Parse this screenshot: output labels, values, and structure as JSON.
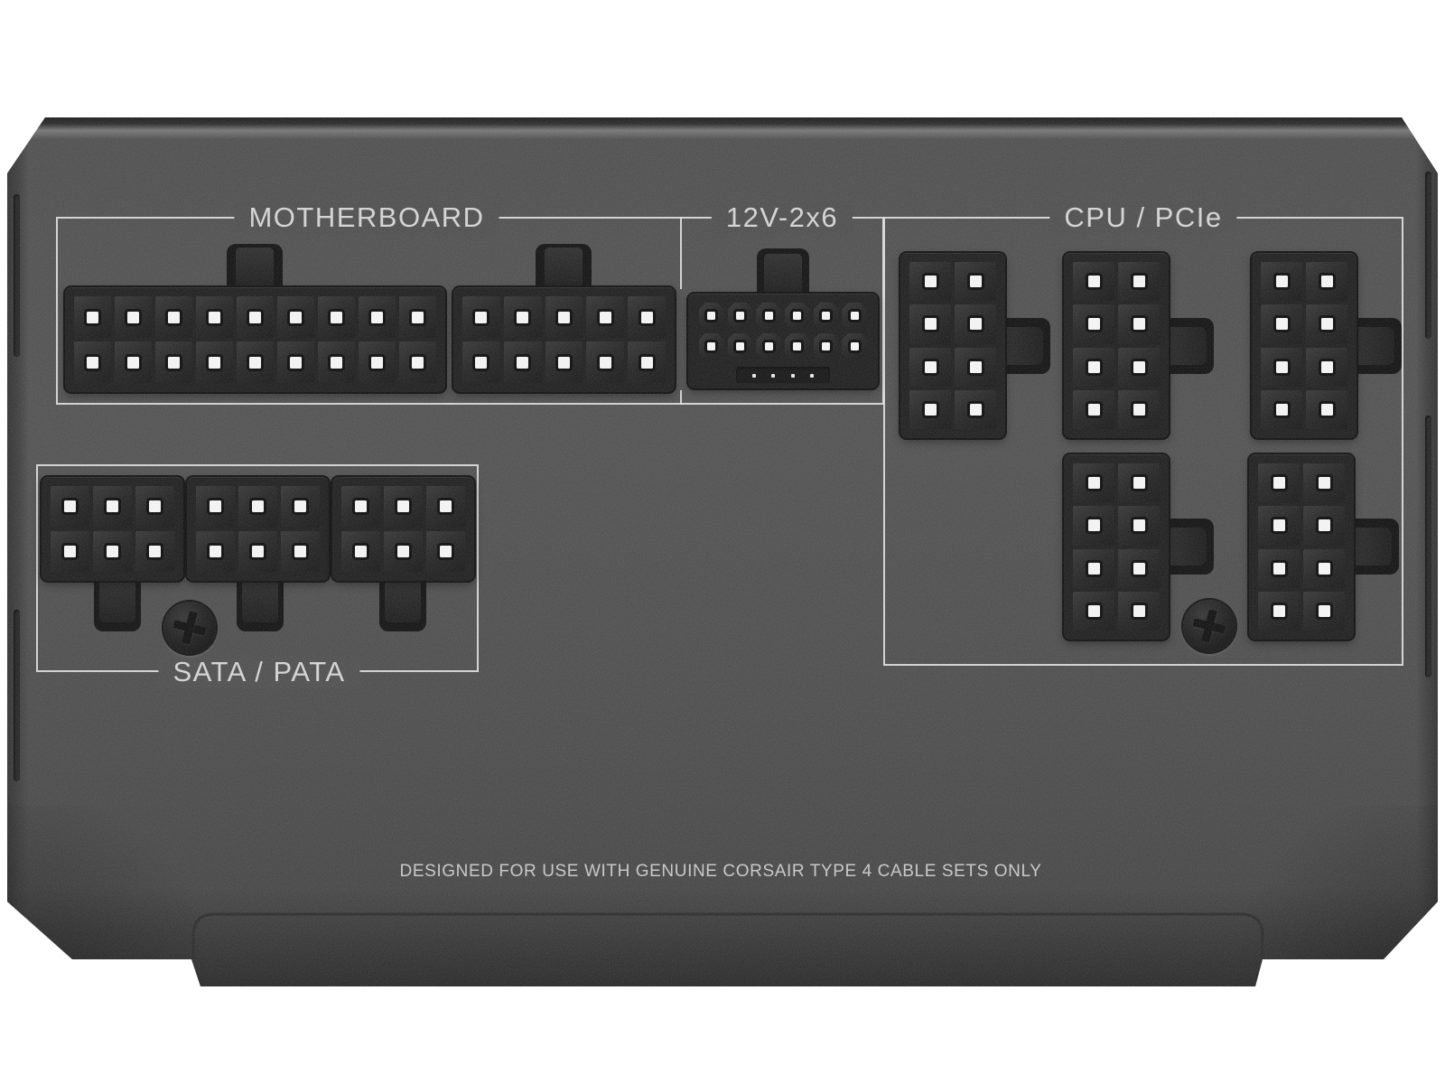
{
  "product": {
    "type": "psu-modular-connector-panel",
    "notice": "DESIGNED FOR USE WITH GENUINE CORSAIR TYPE 4 CABLE SETS ONLY"
  },
  "colors": {
    "background": "#ffffff",
    "panel_face": "#4a4a4a",
    "panel_edge_dark": "#2e2e2e",
    "outline": "#dddddd",
    "label_text": "#d3d3d3",
    "notice_text": "#c6c6c6",
    "connector_body": "#191919",
    "pin": "#f4f4f4",
    "recess": "#0c0c0c"
  },
  "sections": {
    "motherboard": {
      "label": "MOTHERBOARD",
      "connectors": [
        {
          "name": "atx-18pin",
          "pins_cols": 9,
          "pins_rows": 2,
          "latch": "top",
          "pin_size": 13
        },
        {
          "name": "atx-10pin",
          "pins_cols": 5,
          "pins_rows": 2,
          "latch": "top",
          "pin_size": 13
        }
      ]
    },
    "hpwr": {
      "label": "12V-2x6",
      "connectors": [
        {
          "name": "12v-2x6",
          "pins_cols": 6,
          "pins_rows": 2,
          "latch": "top",
          "pin_size": 9,
          "cell_shape": "chamfer",
          "sense_pins": 4
        }
      ]
    },
    "cpu_pcie": {
      "label": "CPU / PCIe",
      "connectors": [
        {
          "name": "cpu-pcie-8pin-1",
          "pins_cols": 2,
          "pins_rows": 4,
          "latch": "right",
          "pin_size": 13
        },
        {
          "name": "cpu-pcie-8pin-2",
          "pins_cols": 2,
          "pins_rows": 4,
          "latch": "right",
          "pin_size": 13
        },
        {
          "name": "cpu-pcie-8pin-3",
          "pins_cols": 2,
          "pins_rows": 4,
          "latch": "right",
          "pin_size": 13
        },
        {
          "name": "cpu-pcie-8pin-4",
          "pins_cols": 2,
          "pins_rows": 4,
          "latch": "right",
          "pin_size": 13
        },
        {
          "name": "cpu-pcie-8pin-5",
          "pins_cols": 2,
          "pins_rows": 4,
          "latch": "right",
          "pin_size": 13
        }
      ]
    },
    "sata_pata": {
      "label": "SATA / PATA",
      "connectors": [
        {
          "name": "peripheral-6pin-1",
          "pins_cols": 3,
          "pins_rows": 2,
          "latch": "bottom",
          "pin_size": 13
        },
        {
          "name": "peripheral-6pin-2",
          "pins_cols": 3,
          "pins_rows": 2,
          "latch": "bottom",
          "pin_size": 13
        },
        {
          "name": "peripheral-6pin-3",
          "pins_cols": 3,
          "pins_rows": 2,
          "latch": "bottom",
          "pin_size": 13
        }
      ]
    }
  },
  "hardware": {
    "screw_count": 2,
    "screw_type": "phillips"
  }
}
